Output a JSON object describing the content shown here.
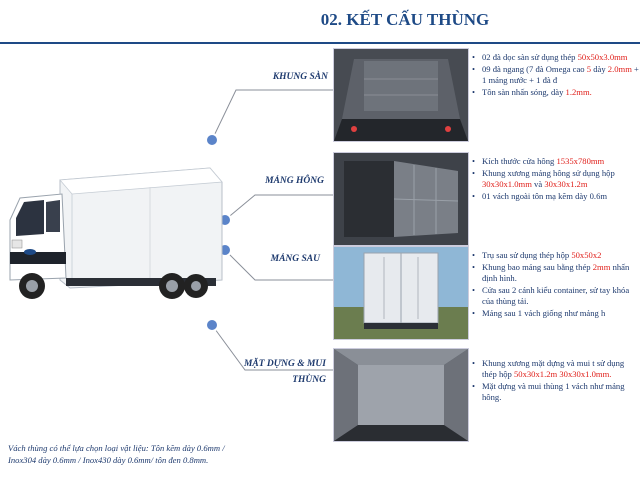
{
  "header": {
    "title": "02. KẾT CẤU THÙNG"
  },
  "sections": [
    {
      "label": "KHUNG SÀN",
      "bullets": [
        {
          "parts": [
            {
              "text": "02 đà dọc sàn sử dụng thép "
            },
            {
              "text": "50x50x3.0mm",
              "hl": true
            }
          ]
        },
        {
          "parts": [
            {
              "text": "09 đà ngang (7 đà Omega cao "
            },
            {
              "text": "5",
              "hl": true
            },
            {
              "text": " dày "
            },
            {
              "text": "2.0mm",
              "hl": true
            },
            {
              "text": " + 1 máng nước + 1 đà đ"
            }
          ]
        },
        {
          "parts": [
            {
              "text": "Tôn sàn nhấn sóng, dày "
            },
            {
              "text": "1.2mm.",
              "hl": true
            }
          ]
        }
      ]
    },
    {
      "label": "MẢNG HÔNG",
      "bullets": [
        {
          "parts": [
            {
              "text": "Kích thước cửa hông "
            },
            {
              "text": "1535x780mm",
              "hl": true
            }
          ]
        },
        {
          "parts": [
            {
              "text": "Khung xương mảng hông sử dụng hộp "
            },
            {
              "text": "30x30x1.0mm",
              "hl": true
            },
            {
              "text": " và "
            },
            {
              "text": "30x30x1.2m",
              "hl": true
            }
          ]
        },
        {
          "parts": [
            {
              "text": "01 vách ngoài tôn mạ kẽm dày 0.6m"
            }
          ]
        }
      ]
    },
    {
      "label": "MẢNG SAU",
      "bullets": [
        {
          "parts": [
            {
              "text": "Trụ sau sử dụng thép hộp "
            },
            {
              "text": "50x50x2",
              "hl": true
            }
          ]
        },
        {
          "parts": [
            {
              "text": "Khung bao mảng sau bằng thép "
            },
            {
              "text": "2mm",
              "hl": true
            },
            {
              "text": " nhấn định hình."
            }
          ]
        },
        {
          "parts": [
            {
              "text": "Cửa sau 2 cánh kiểu container, sử tay khóa của thùng tải."
            }
          ]
        },
        {
          "parts": [
            {
              "text": "Mảng sau 1 vách giống như mảng h"
            }
          ]
        }
      ]
    },
    {
      "label": "MẶT DỰNG & MUI THÙNG",
      "bullets": [
        {
          "parts": [
            {
              "text": "Khung xương mặt dựng và mui t sử dụng thép hộp "
            },
            {
              "text": "50x30x1.2m",
              "hl": true
            },
            {
              "text": " "
            },
            {
              "text": "30x30x1.0mm.",
              "hl": true
            }
          ]
        },
        {
          "parts": [
            {
              "text": "Mặt dựng và mui thùng 1 vách như mảng hông."
            }
          ]
        }
      ]
    }
  ],
  "footer": {
    "line1": "Vách thùng có thể lựa chọn loại vật liệu: Tôn kẽm dày 0.6mm /",
    "line2": "Inox304 dày 0.6mm / Inox430 dày 0.6mm/ tôn đen 0.8mm."
  },
  "colors": {
    "primary": "#1e4a86",
    "highlight": "#e0201b",
    "connector": "#8a8f99"
  }
}
